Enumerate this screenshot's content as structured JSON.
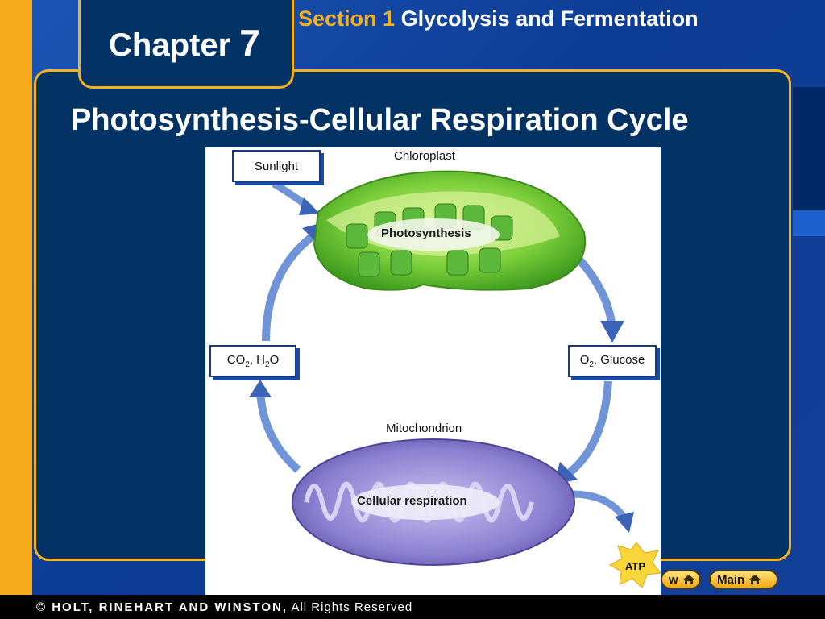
{
  "header": {
    "chapter_word": "Chapter",
    "chapter_number": "7",
    "section_label": "Section 1",
    "section_title": "Glycolysis and Fermentation"
  },
  "slide": {
    "title": "Photosynthesis-Cellular Respiration Cycle"
  },
  "diagram": {
    "sunlight": "Sunlight",
    "chloroplast": "Chloroplast",
    "photosynthesis": "Photosynthesis",
    "co2_h2o": {
      "co": "CO",
      "sub1": "2",
      "mid": ", H",
      "sub2": "2",
      "end": "O"
    },
    "o2_glucose": {
      "o": "O",
      "sub": "2",
      "rest": ", Glucose"
    },
    "mitochondrion": "Mitochondrion",
    "cellular_respiration": "Cellular respiration",
    "atp": "ATP"
  },
  "nav": {
    "overview_label": "w",
    "main_label": "Main"
  },
  "footer": {
    "publisher": "© HOLT, RINEHART AND WINSTON,",
    "rights": " All Rights Reserved"
  },
  "colors": {
    "accent": "#f5b21d",
    "panel": "#033265",
    "chloroplast": "#7ccf3a",
    "mitochondrion": "#8b7fd0",
    "arrow": "#4a73c4"
  }
}
